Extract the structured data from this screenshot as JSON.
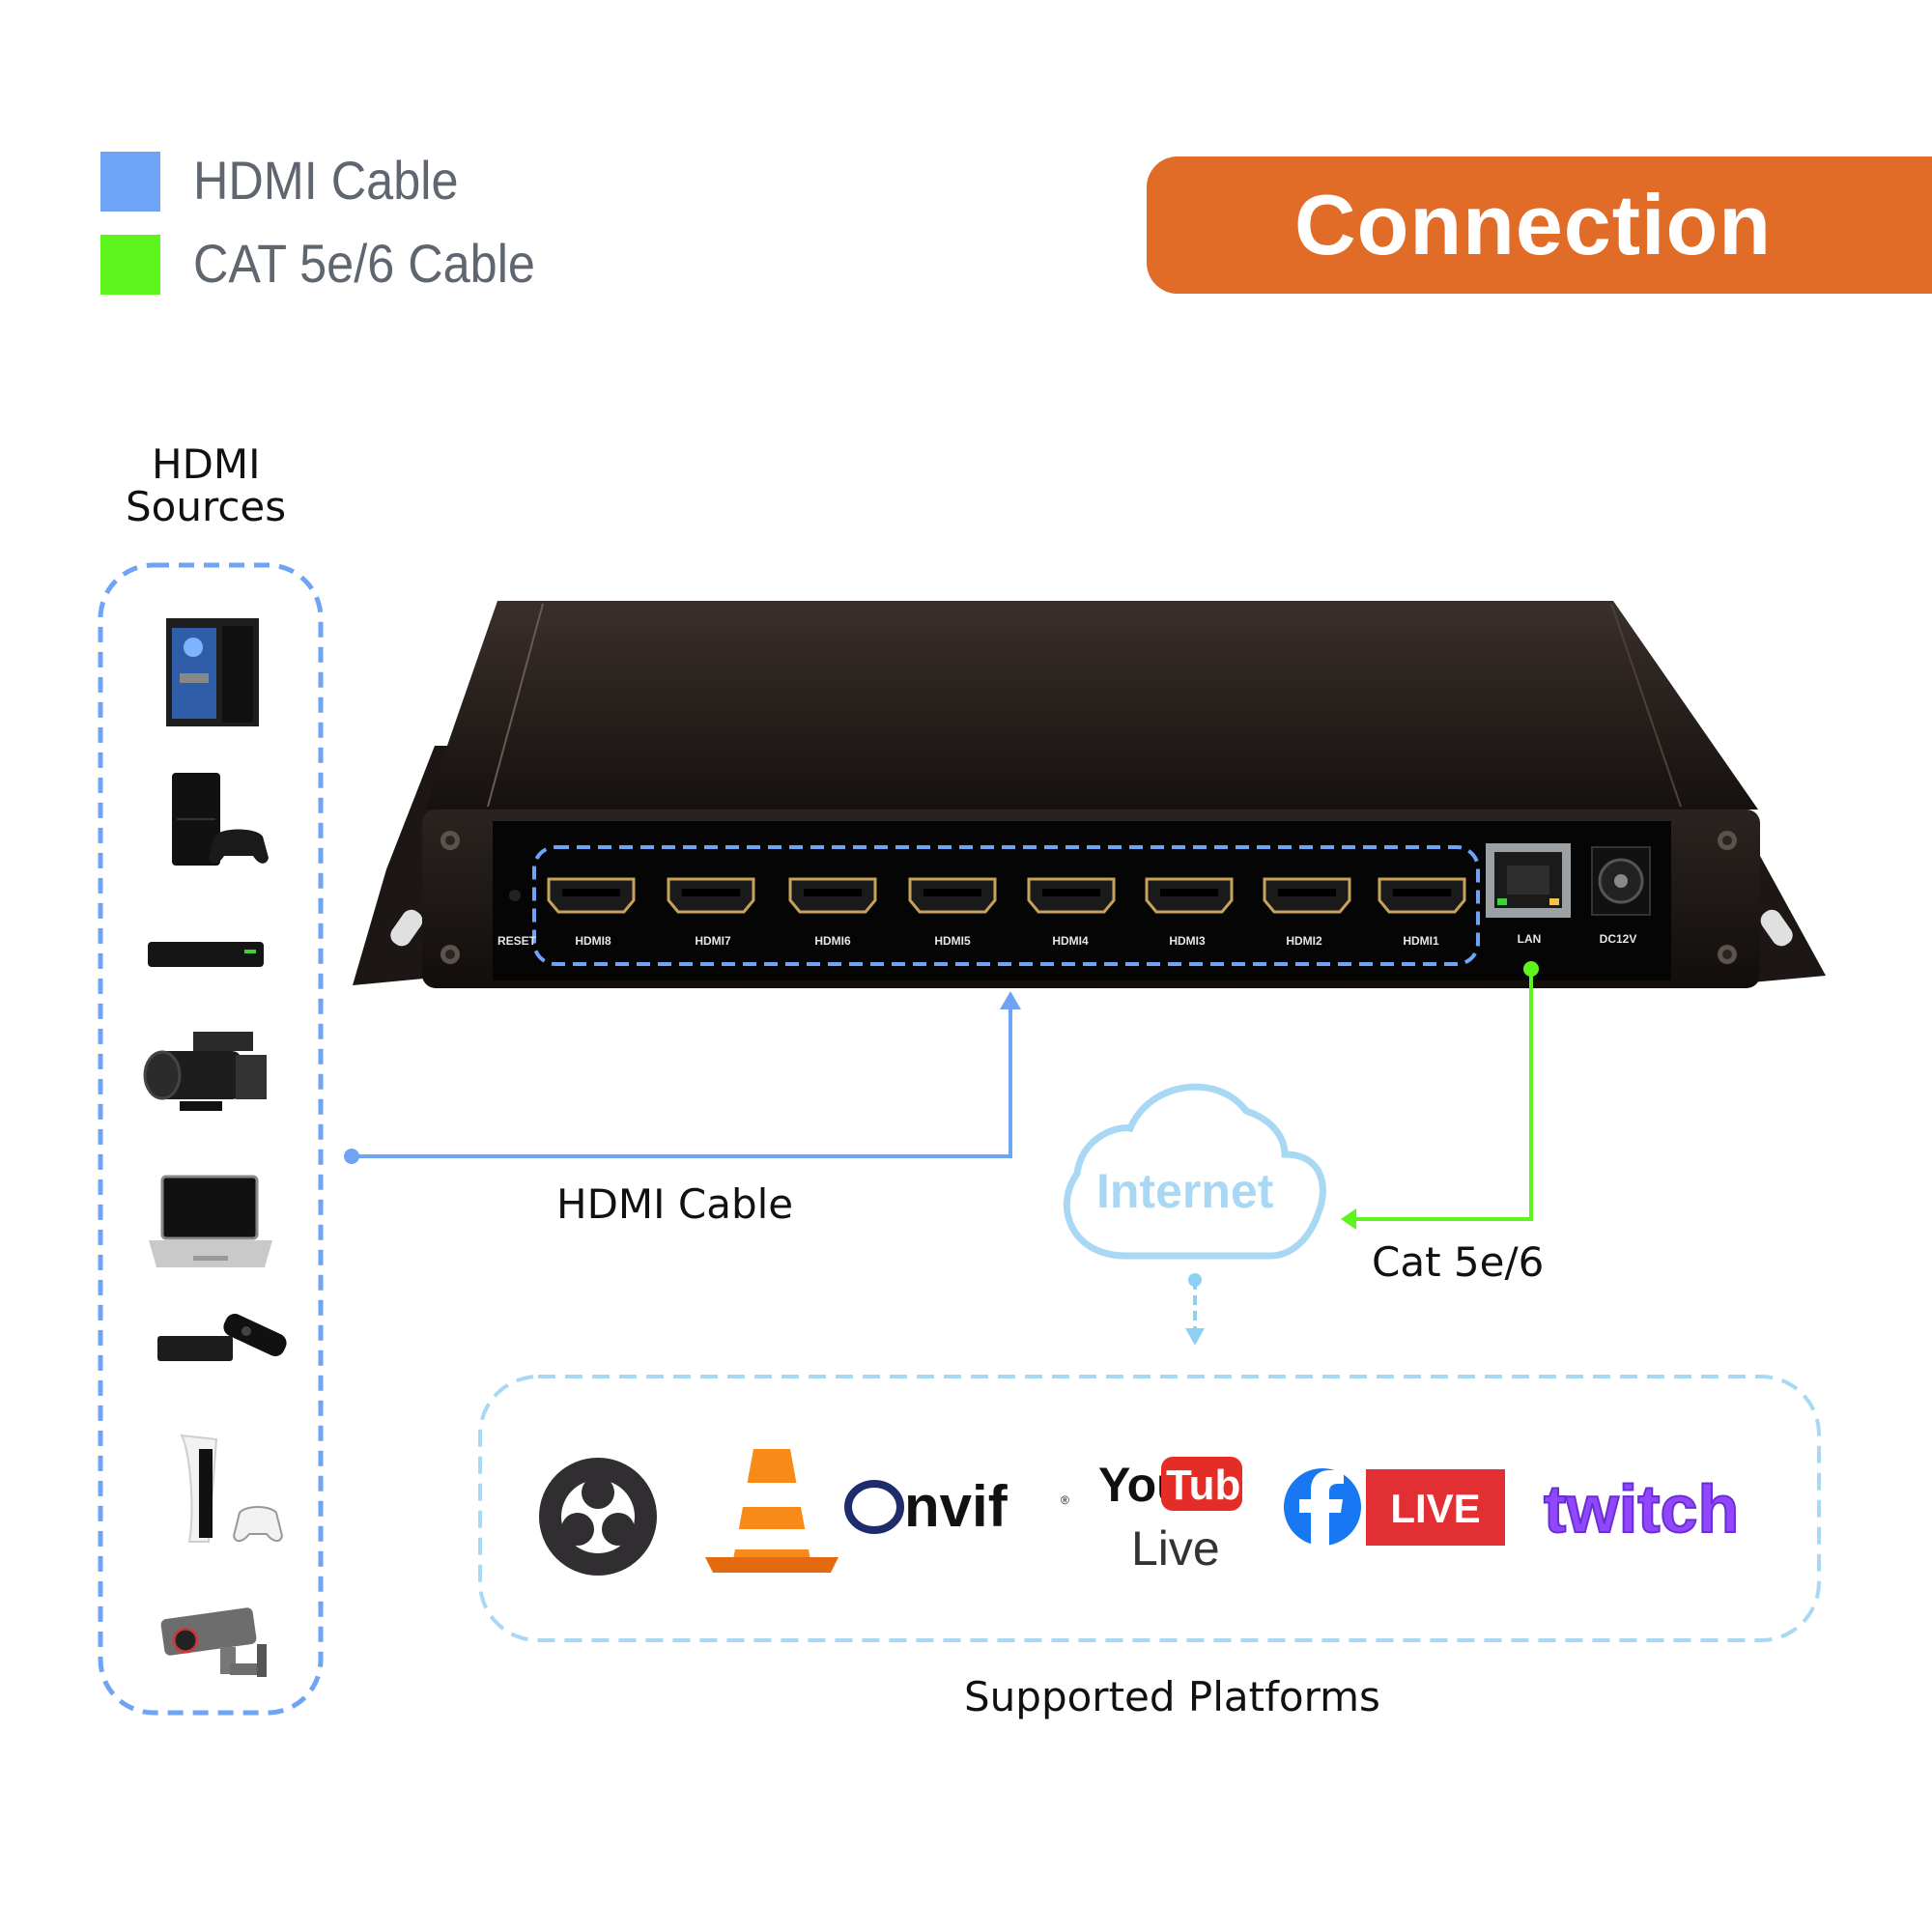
{
  "legend": {
    "items": [
      {
        "label": "HDMI Cable",
        "color": "#6fa3f5"
      },
      {
        "label": "CAT 5e/6 Cable",
        "color": "#5ef51c"
      }
    ]
  },
  "header": {
    "title": "Connection",
    "color": "#e06c28"
  },
  "sources": {
    "title_line1": "HDMI",
    "title_line2": "Sources",
    "devices": [
      "desktop-pc-icon",
      "game-console-icon",
      "media-player-icon",
      "camcorder-icon",
      "laptop-icon",
      "streaming-box-icon",
      "ps5-console-icon",
      "security-camera-icon"
    ]
  },
  "device": {
    "reset_label": "RESET",
    "ports": [
      "HDMI8",
      "HDMI7",
      "HDMI6",
      "HDMI5",
      "HDMI4",
      "HDMI3",
      "HDMI2",
      "HDMI1"
    ],
    "lan_label": "LAN",
    "power_label": "DC12V"
  },
  "connections": {
    "hdmi_cable_label": "HDMI Cable",
    "cat_cable_label": "Cat 5e/6",
    "internet_label": "Internet"
  },
  "platforms": {
    "title": "Supported Platforms",
    "logos": [
      "obs-logo",
      "vlc-logo",
      "onvif-logo",
      "youtube-live-logo",
      "facebook-live-logo",
      "twitch-logo"
    ],
    "onvif_text": "nvif",
    "youtube_text_1": "You",
    "youtube_text_2": "Tube",
    "youtube_sub": "Live",
    "facebook_live_text": "LIVE",
    "twitch_text": "twitch"
  }
}
